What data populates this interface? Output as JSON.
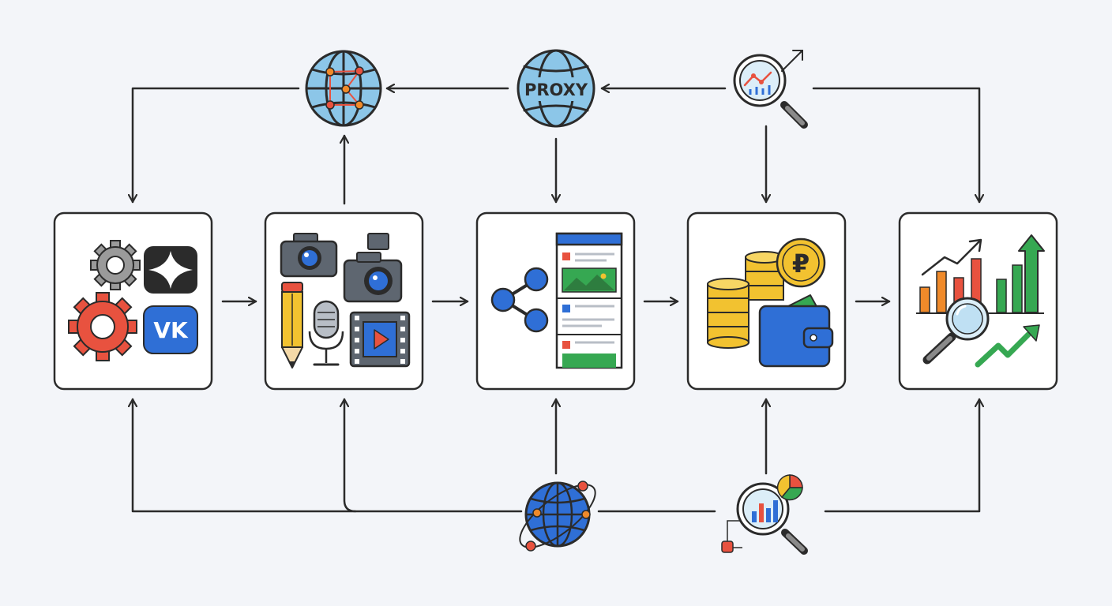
{
  "diagram": {
    "proxy_label": "PROXY",
    "vk_label": "VK",
    "currency_symbol": "₽"
  },
  "colors": {
    "background": "#F3F5F9",
    "outline": "#2B2B2B",
    "blue": "#2F6FD6",
    "light_blue": "#8CC6E8",
    "red": "#E8523F",
    "orange": "#F08A2A",
    "yellow": "#F2C230",
    "green": "#36A852",
    "gray": "#9A9A9A"
  },
  "nodes": [
    {
      "name": "settings-vk-panel",
      "icons": [
        "gear-icon",
        "vk-logo",
        "star-app-icon"
      ]
    },
    {
      "name": "content-creation-panel",
      "icons": [
        "camera-icon",
        "pencil-icon",
        "microphone-icon",
        "video-icon"
      ]
    },
    {
      "name": "sharing-panel",
      "icons": [
        "share-icon",
        "feed-icon"
      ]
    },
    {
      "name": "monetization-panel",
      "icons": [
        "coins-icon",
        "ruble-coin-icon",
        "wallet-icon"
      ]
    },
    {
      "name": "analytics-panel",
      "icons": [
        "bar-chart-icon",
        "magnifier-icon",
        "trend-up-icon"
      ]
    }
  ],
  "satellites": [
    "globe-network-icon",
    "proxy-globe-icon",
    "search-analytics-icon",
    "orbit-globe-icon",
    "data-analysis-icon"
  ]
}
